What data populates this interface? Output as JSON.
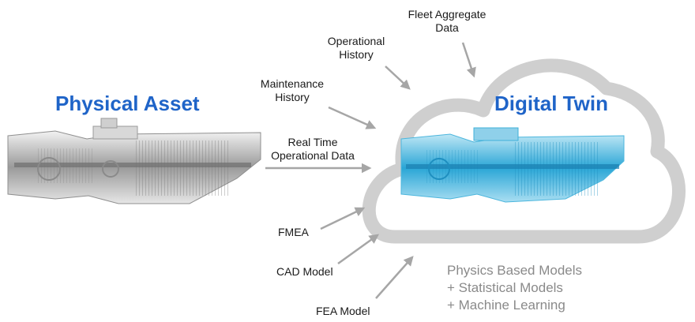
{
  "physical_title": "Physical Asset",
  "digital_title": "Digital Twin",
  "inputs": {
    "fleet_aggregate": [
      "Fleet Aggregate",
      "Data"
    ],
    "operational_history": [
      "Operational",
      "History"
    ],
    "maintenance_history": [
      "Maintenance",
      "History"
    ],
    "real_time": [
      "Real Time",
      "Operational Data"
    ],
    "fmea": "FMEA",
    "cad_model": "CAD Model",
    "fea_model": "FEA Model"
  },
  "models": [
    "Physics Based Models",
    "+ Statistical Models",
    "+ Machine Learning"
  ],
  "colors": {
    "title_blue": "#1f64c8",
    "cloud_stroke": "#cfcfcf",
    "arrow_gray": "#a6a6a6",
    "twin_cyan": "#3fb0d8",
    "models_gray": "#8a8a8a"
  }
}
